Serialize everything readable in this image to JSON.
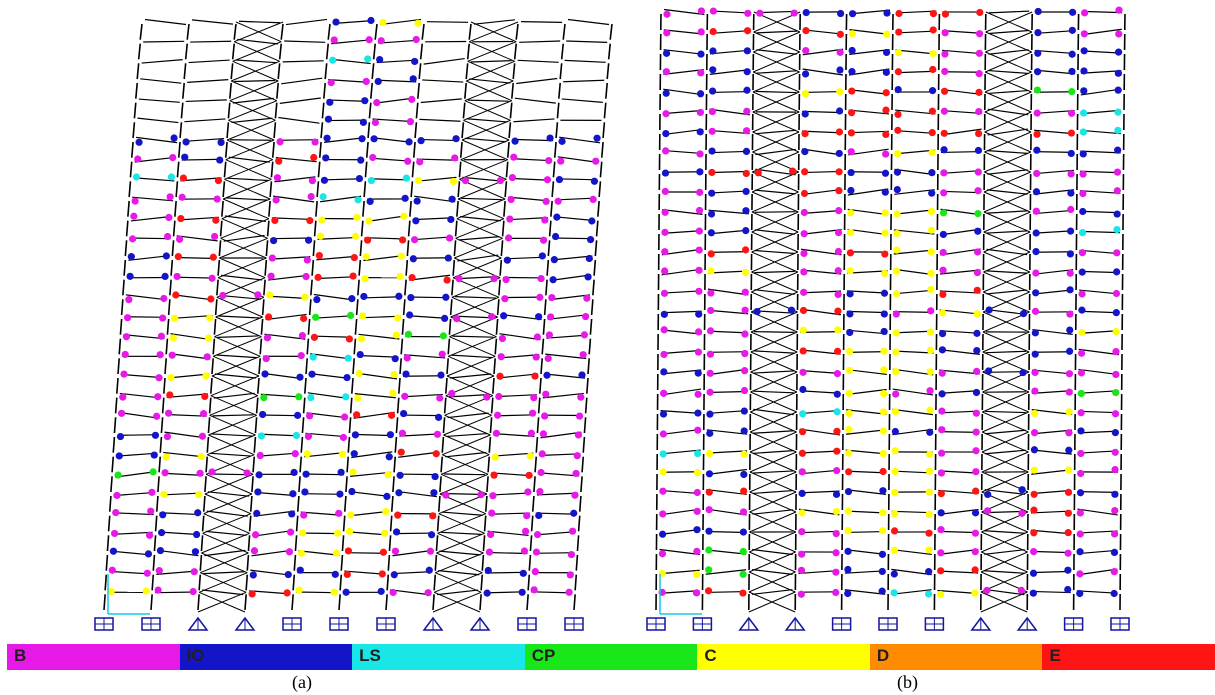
{
  "panels": [
    {
      "id": "a",
      "caption": "(a)",
      "bays": 10,
      "stories": 30,
      "supports": [
        "fixed",
        "fixed",
        "pinned",
        "pinned",
        "fixed",
        "fixed",
        "fixed",
        "pinned",
        "pinned",
        "fixed",
        "fixed"
      ]
    },
    {
      "id": "b",
      "caption": "(b)",
      "bays": 10,
      "stories": 30,
      "supports": [
        "fixed",
        "fixed",
        "pinned",
        "pinned",
        "fixed",
        "fixed",
        "fixed",
        "pinned",
        "pinned",
        "fixed",
        "fixed"
      ]
    }
  ],
  "legend": [
    {
      "label": "B",
      "color": "#e619e6"
    },
    {
      "label": "IO",
      "color": "#1414c8"
    },
    {
      "label": "LS",
      "color": "#19e6e6"
    },
    {
      "label": "CP",
      "color": "#19e619"
    },
    {
      "label": "C",
      "color": "#ffff00"
    },
    {
      "label": "D",
      "color": "#ff8c00"
    },
    {
      "label": "E",
      "color": "#ff1414"
    }
  ],
  "colors": {
    "frame_lines": "#000000",
    "support": "#1414a0",
    "axis_arrow": "#19c8e6"
  }
}
